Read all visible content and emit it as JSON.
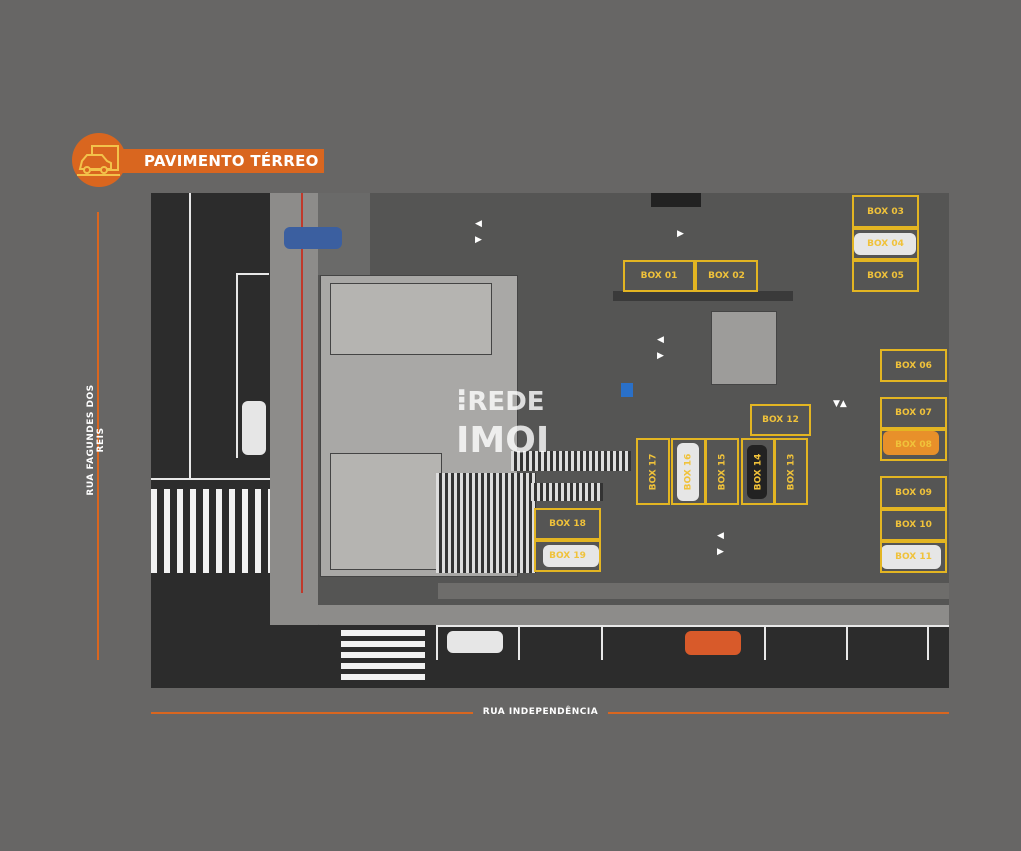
{
  "header": {
    "title": "PAVIMENTO TÉRREO",
    "icon": "car-garage-icon"
  },
  "streets": {
    "left": "RUA FAGUNDES DOS REIS",
    "bottom": "RUA INDEPENDÊNCIA"
  },
  "watermark": {
    "line1": "REDE",
    "line2": "IMOI"
  },
  "boxes": [
    "BOX 01",
    "BOX 02",
    "BOX 03",
    "BOX 04",
    "BOX 05",
    "BOX 06",
    "BOX 07",
    "BOX 08",
    "BOX 09",
    "BOX 10",
    "BOX 11",
    "BOX 12",
    "BOX 13",
    "BOX 14",
    "BOX 15",
    "BOX 16",
    "BOX 17",
    "BOX 18",
    "BOX 19"
  ],
  "colors": {
    "accent": "#d9661f",
    "box_outline": "#e3b522",
    "background": "#676665"
  }
}
